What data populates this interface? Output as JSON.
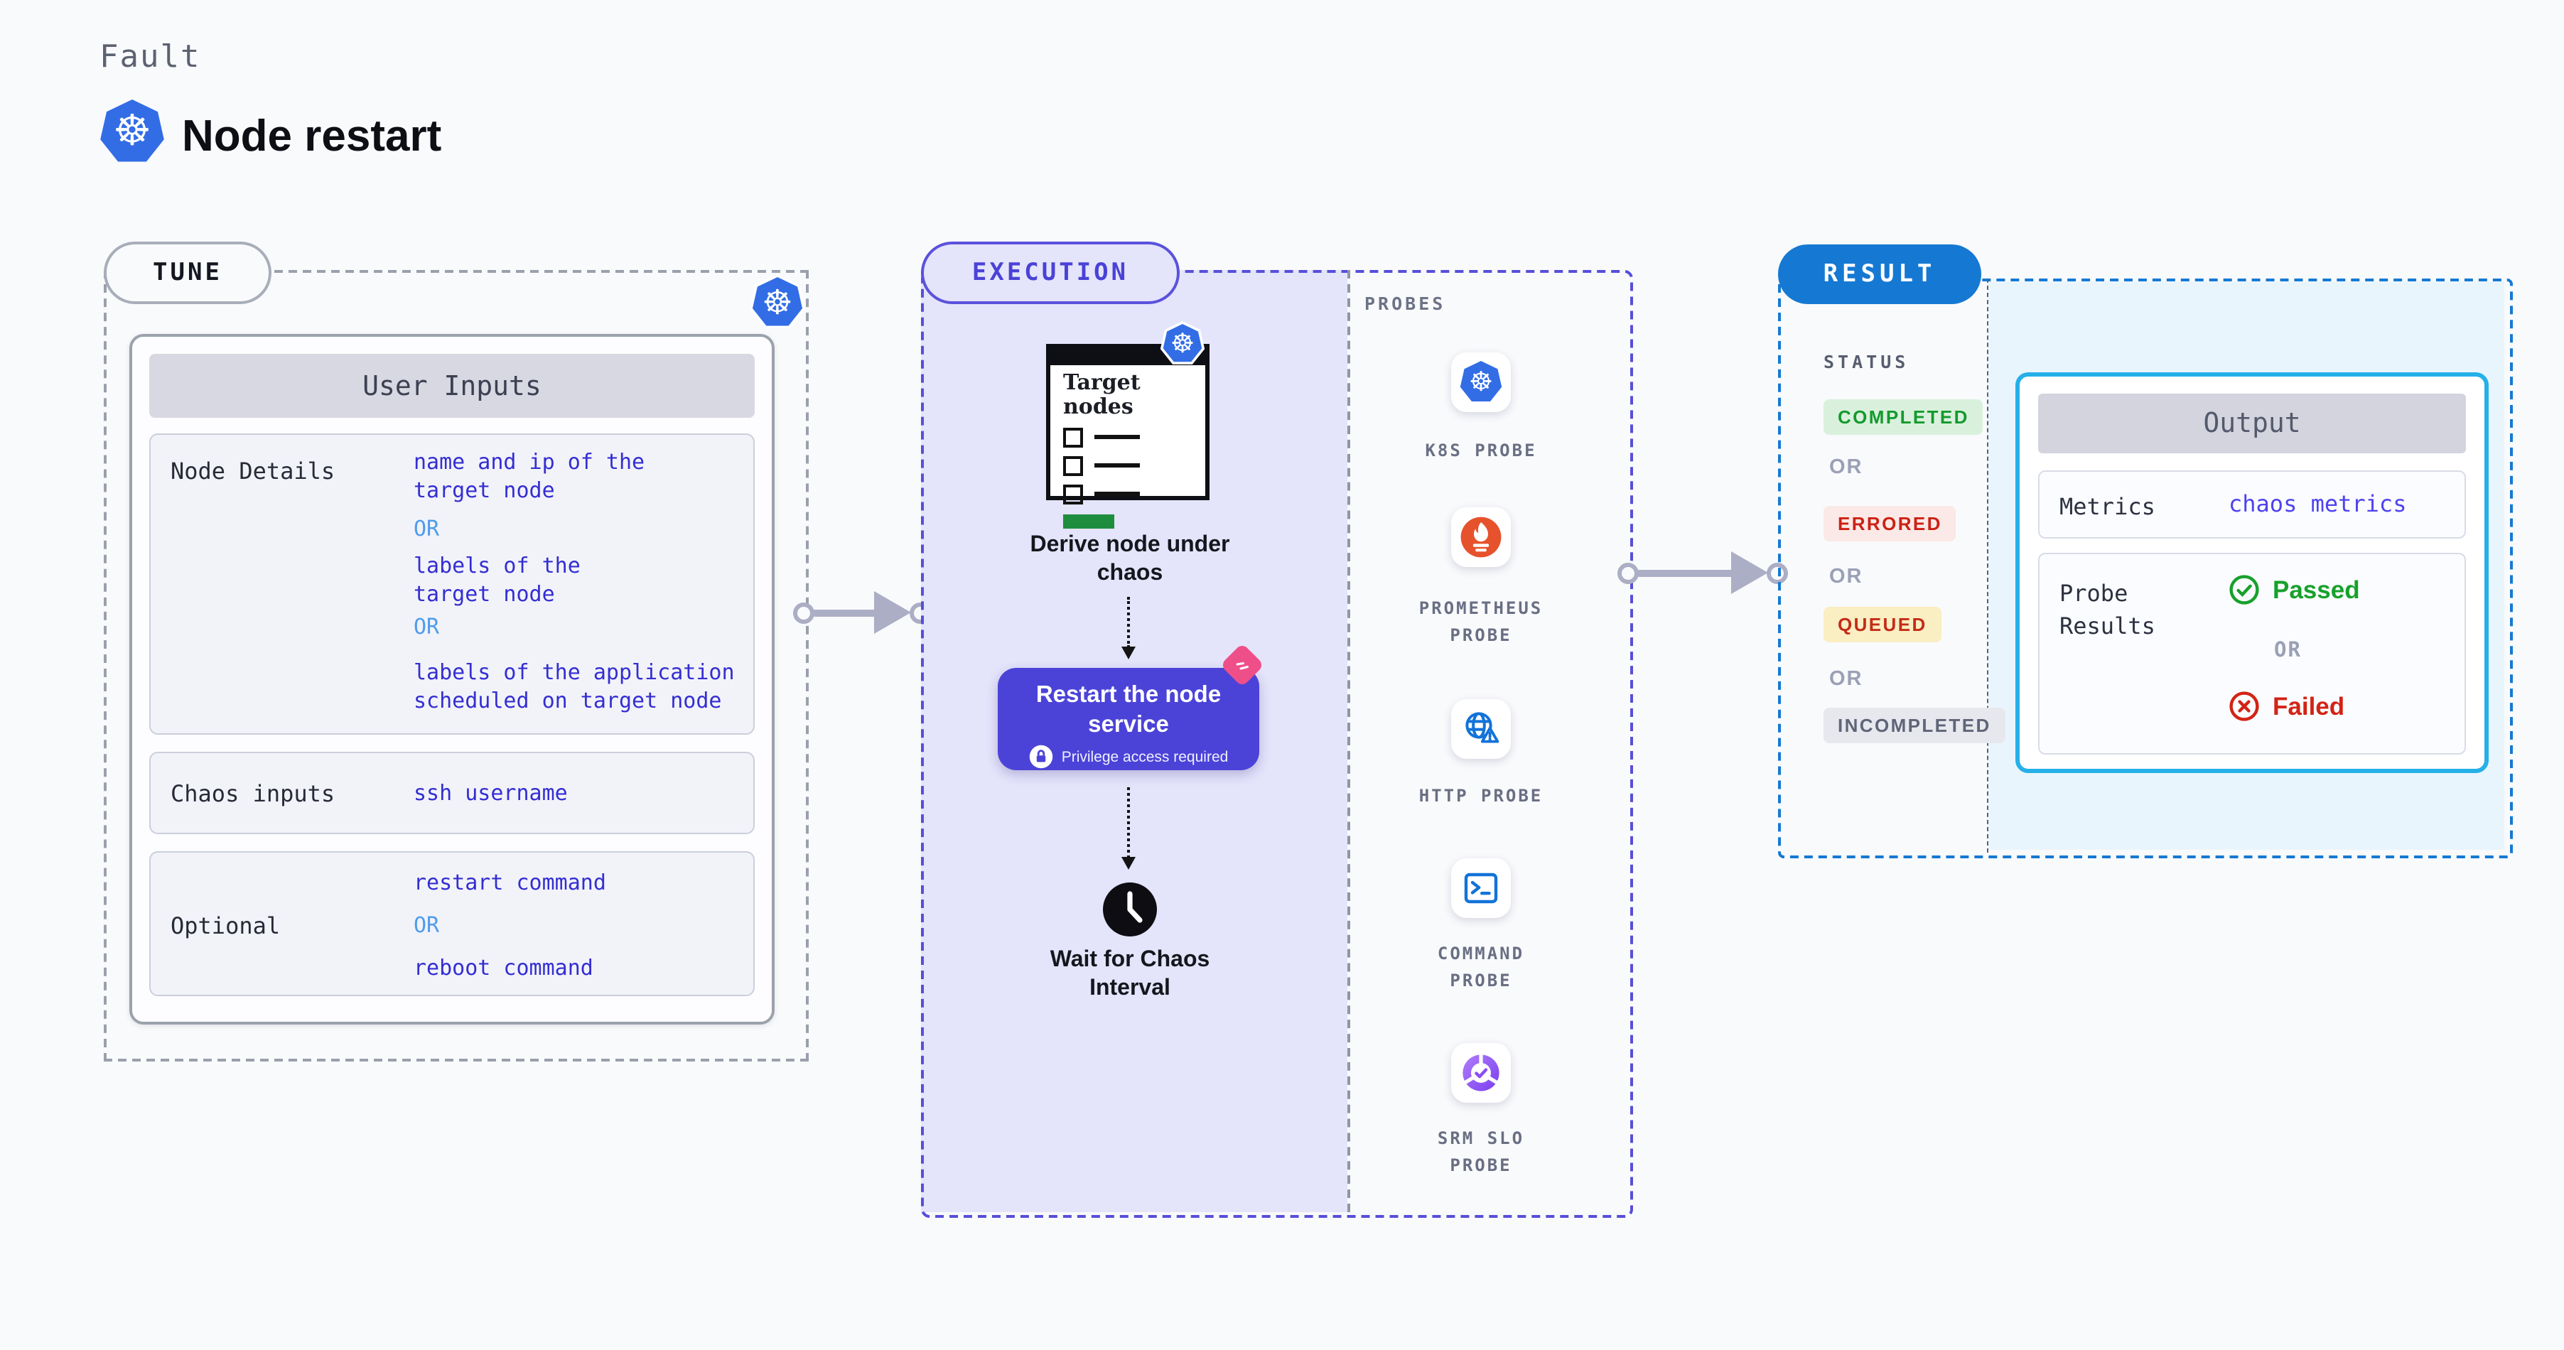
{
  "header": {
    "kicker": "Fault",
    "title": "Node restart"
  },
  "tune": {
    "pill": "TUNE",
    "card_header": "User Inputs",
    "rows": [
      {
        "label": "Node Details",
        "values": [
          "name and ip of the\ntarget node",
          "OR",
          "labels of the\ntarget node",
          "OR",
          "labels of the application\n scheduled on target node"
        ]
      },
      {
        "label": "Chaos inputs",
        "values": [
          "ssh username"
        ]
      },
      {
        "label": "Optional",
        "values": [
          "restart command",
          "OR",
          "reboot command"
        ]
      }
    ]
  },
  "execution": {
    "pill": "EXECUTION",
    "target_card_title": "Target nodes",
    "step_derive": "Derive node under chaos",
    "step_restart": "Restart the node service",
    "restart_note": "Privilege access required",
    "step_wait": "Wait for Chaos Interval"
  },
  "probes": {
    "label": "PROBES",
    "items": [
      {
        "label": "K8S PROBE",
        "icon": "kubernetes-icon"
      },
      {
        "label": "PROMETHEUS\nPROBE",
        "icon": "prometheus-icon"
      },
      {
        "label": "HTTP PROBE",
        "icon": "globe-warning-icon"
      },
      {
        "label": "COMMAND\nPROBE",
        "icon": "terminal-icon"
      },
      {
        "label": "SRM SLO\nPROBE",
        "icon": "slo-donut-check-icon"
      }
    ]
  },
  "result": {
    "pill": "RESULT",
    "status_label": "STATUS",
    "statuses": [
      {
        "label": "COMPLETED",
        "fg": "#149a2e",
        "bg": "#d9f1dc"
      },
      {
        "label": "OR"
      },
      {
        "label": "ERRORED",
        "fg": "#cc2114",
        "bg": "#fbe9e7"
      },
      {
        "label": "OR"
      },
      {
        "label": "QUEUED",
        "fg": "#c32c18",
        "bg": "#faeec3"
      },
      {
        "label": "OR"
      },
      {
        "label": "INCOMPLETED",
        "fg": "#5f6578",
        "bg": "#e7e8ee"
      }
    ],
    "output": {
      "header": "Output",
      "metrics_label": "Metrics",
      "metrics_value": "chaos metrics",
      "probe_results_label": "Probe Results",
      "passed": "Passed",
      "or": "OR",
      "failed": "Failed"
    }
  },
  "colors": {
    "kubernetes_blue": "#326de6",
    "prometheus_orange": "#e6522c",
    "probe_icon_blue": "#1273d8",
    "execution_indigo": "#564fd8",
    "button_indigo": "#4b43d8",
    "litmus_pink": "#ef4f88",
    "result_blue": "#1579d3",
    "output_cyan": "#26b0e8",
    "value_indigo": "#342ed2",
    "or_light_blue": "#4f9cec",
    "passed_green": "#17a12b",
    "failed_red": "#d32315"
  }
}
